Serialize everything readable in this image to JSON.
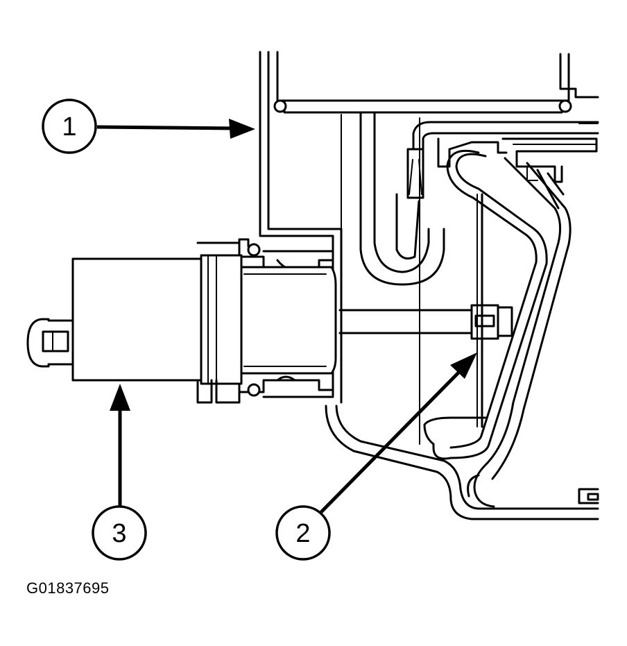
{
  "callouts": [
    {
      "number": "1"
    },
    {
      "number": "2"
    },
    {
      "number": "3"
    }
  ],
  "figure_id": "G01837695"
}
